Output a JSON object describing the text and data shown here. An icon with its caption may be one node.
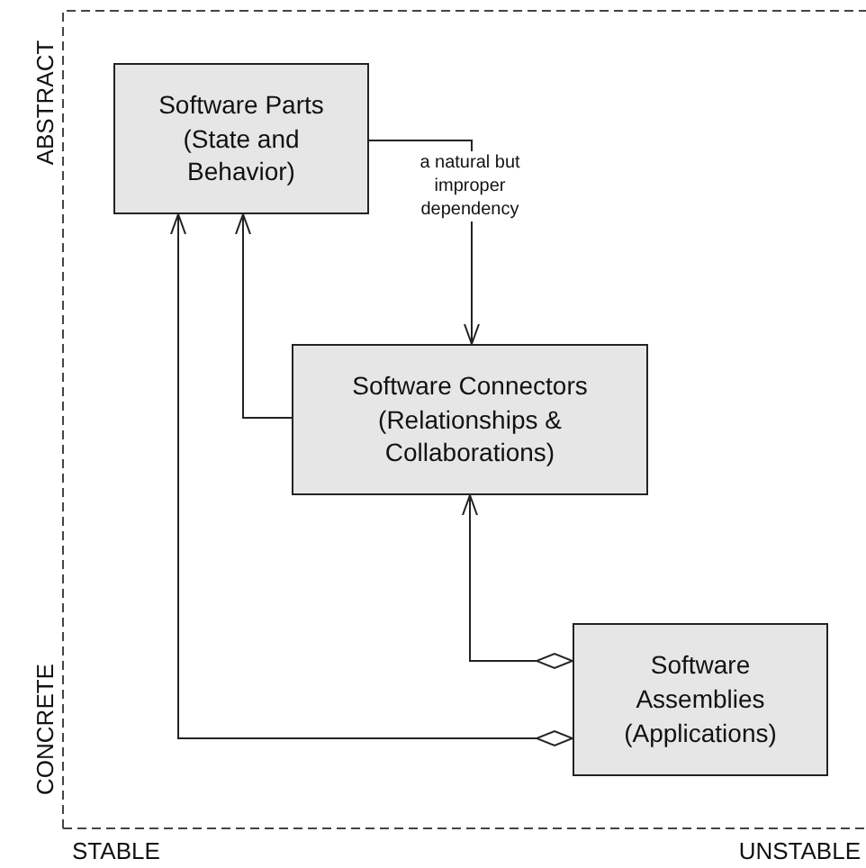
{
  "diagram": {
    "nodes": [
      {
        "text": [
          "Software Parts (State and Behavior)"
        ]
      },
      {
        "text": [
          "Software Connectors (Relationships & Collaborations)"
        ]
      },
      {
        "text": [
          "Software Assemblies (Applications)"
        ]
      }
    ],
    "edges": [
      {
        "from": 0,
        "to": 1,
        "arrow": "to",
        "label": "a natural but improper dependency"
      },
      {
        "from": 1,
        "to": 0,
        "arrow": "to"
      },
      {
        "from": 2,
        "to": 1,
        "arrow": "to"
      },
      {
        "from": 2,
        "to": 0,
        "arrow": "to"
      }
    ],
    "labels": [
      "ABSTRACT",
      "CONCRETE",
      "STABLE",
      "UNSTABLE"
    ]
  }
}
